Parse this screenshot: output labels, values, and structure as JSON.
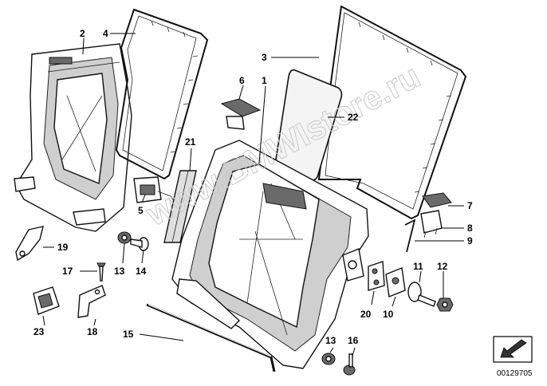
{
  "watermark": "www.BMWIstore.ru",
  "diagram_code": "00129705",
  "callouts": [
    {
      "id": "c1",
      "label": "1"
    },
    {
      "id": "c2",
      "label": "2"
    },
    {
      "id": "c3",
      "label": "3"
    },
    {
      "id": "c4",
      "label": "4"
    },
    {
      "id": "c5",
      "label": "5"
    },
    {
      "id": "c6",
      "label": "6"
    },
    {
      "id": "c7",
      "label": "7"
    },
    {
      "id": "c8",
      "label": "8"
    },
    {
      "id": "c9",
      "label": "9"
    },
    {
      "id": "c10",
      "label": "10"
    },
    {
      "id": "c11",
      "label": "11"
    },
    {
      "id": "c12",
      "label": "12"
    },
    {
      "id": "c13a",
      "label": "13"
    },
    {
      "id": "c13b",
      "label": "13"
    },
    {
      "id": "c14",
      "label": "14"
    },
    {
      "id": "c15",
      "label": "15"
    },
    {
      "id": "c16",
      "label": "16"
    },
    {
      "id": "c17",
      "label": "17"
    },
    {
      "id": "c18",
      "label": "18"
    },
    {
      "id": "c19",
      "label": "19"
    },
    {
      "id": "c20",
      "label": "20"
    },
    {
      "id": "c21",
      "label": "21"
    },
    {
      "id": "c22",
      "label": "22"
    },
    {
      "id": "c23",
      "label": "23"
    }
  ]
}
